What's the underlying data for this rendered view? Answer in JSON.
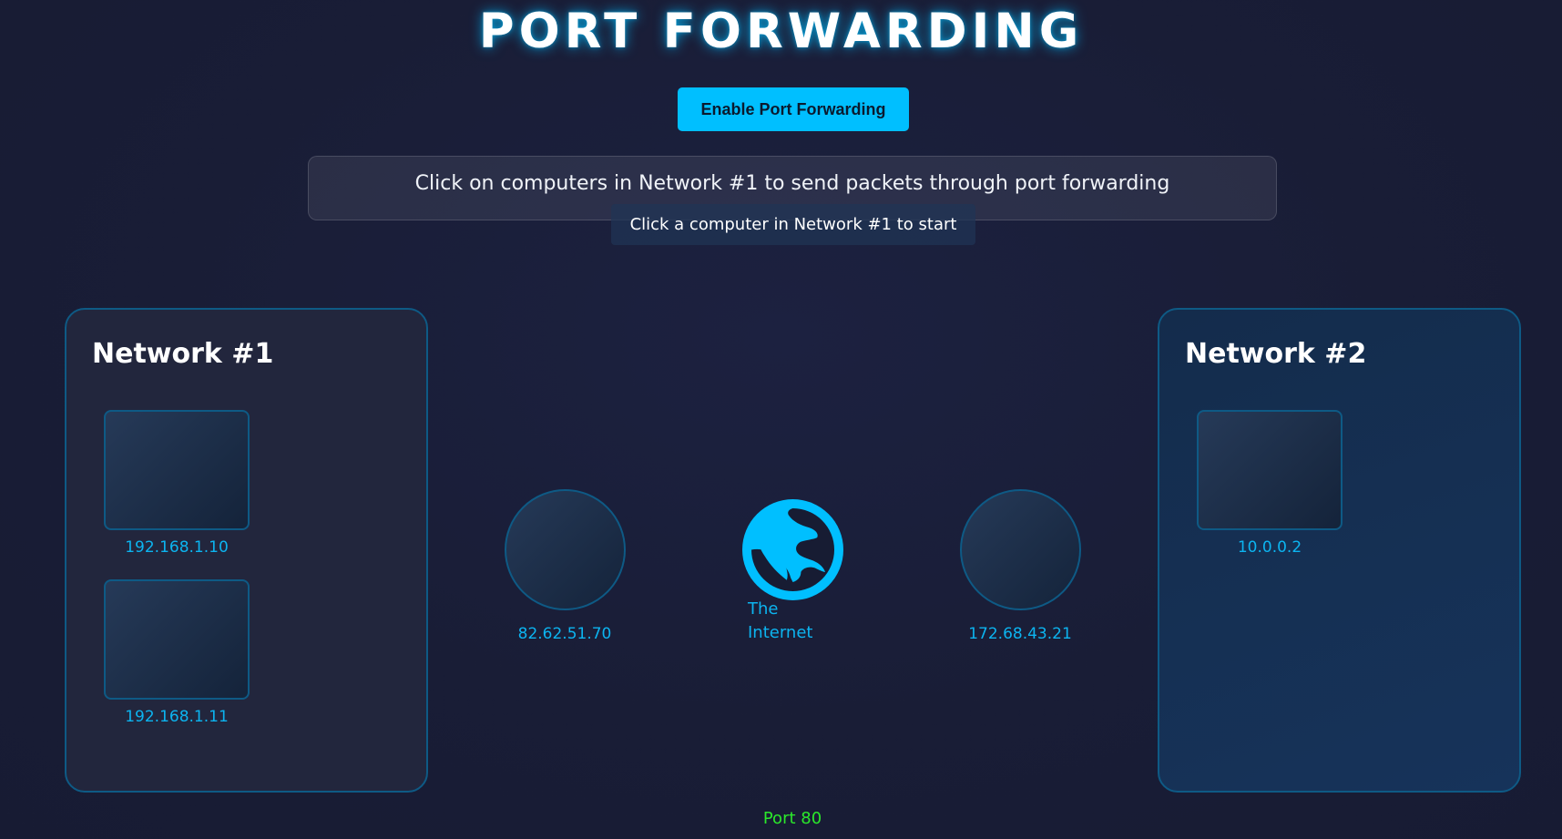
{
  "header": {
    "title": "PORT FORWARDING",
    "enable_button_label": "Enable Port Forwarding"
  },
  "info": {
    "instruction": "Click on computers in Network #1 to send packets through port forwarding",
    "status": "Click a computer in Network #1 to start"
  },
  "network1": {
    "title": "Network #1",
    "computers": [
      {
        "ip": "192.168.1.10"
      },
      {
        "ip": "192.168.1.11"
      }
    ]
  },
  "network2": {
    "title": "Network #2",
    "computers": [
      {
        "ip": "10.0.0.2"
      }
    ]
  },
  "routers": {
    "left_ip": "82.62.51.70",
    "right_ip": "172.68.43.21"
  },
  "internet": {
    "label_line1": "The",
    "label_line2": "Internet",
    "icon": "globe-icon"
  },
  "port": {
    "label": "Port 80"
  },
  "colors": {
    "accent": "#00bfff",
    "ip_text": "#0cb4f0",
    "port_text": "#2be82b",
    "border": "#0e5a85",
    "background": "#191d36"
  }
}
